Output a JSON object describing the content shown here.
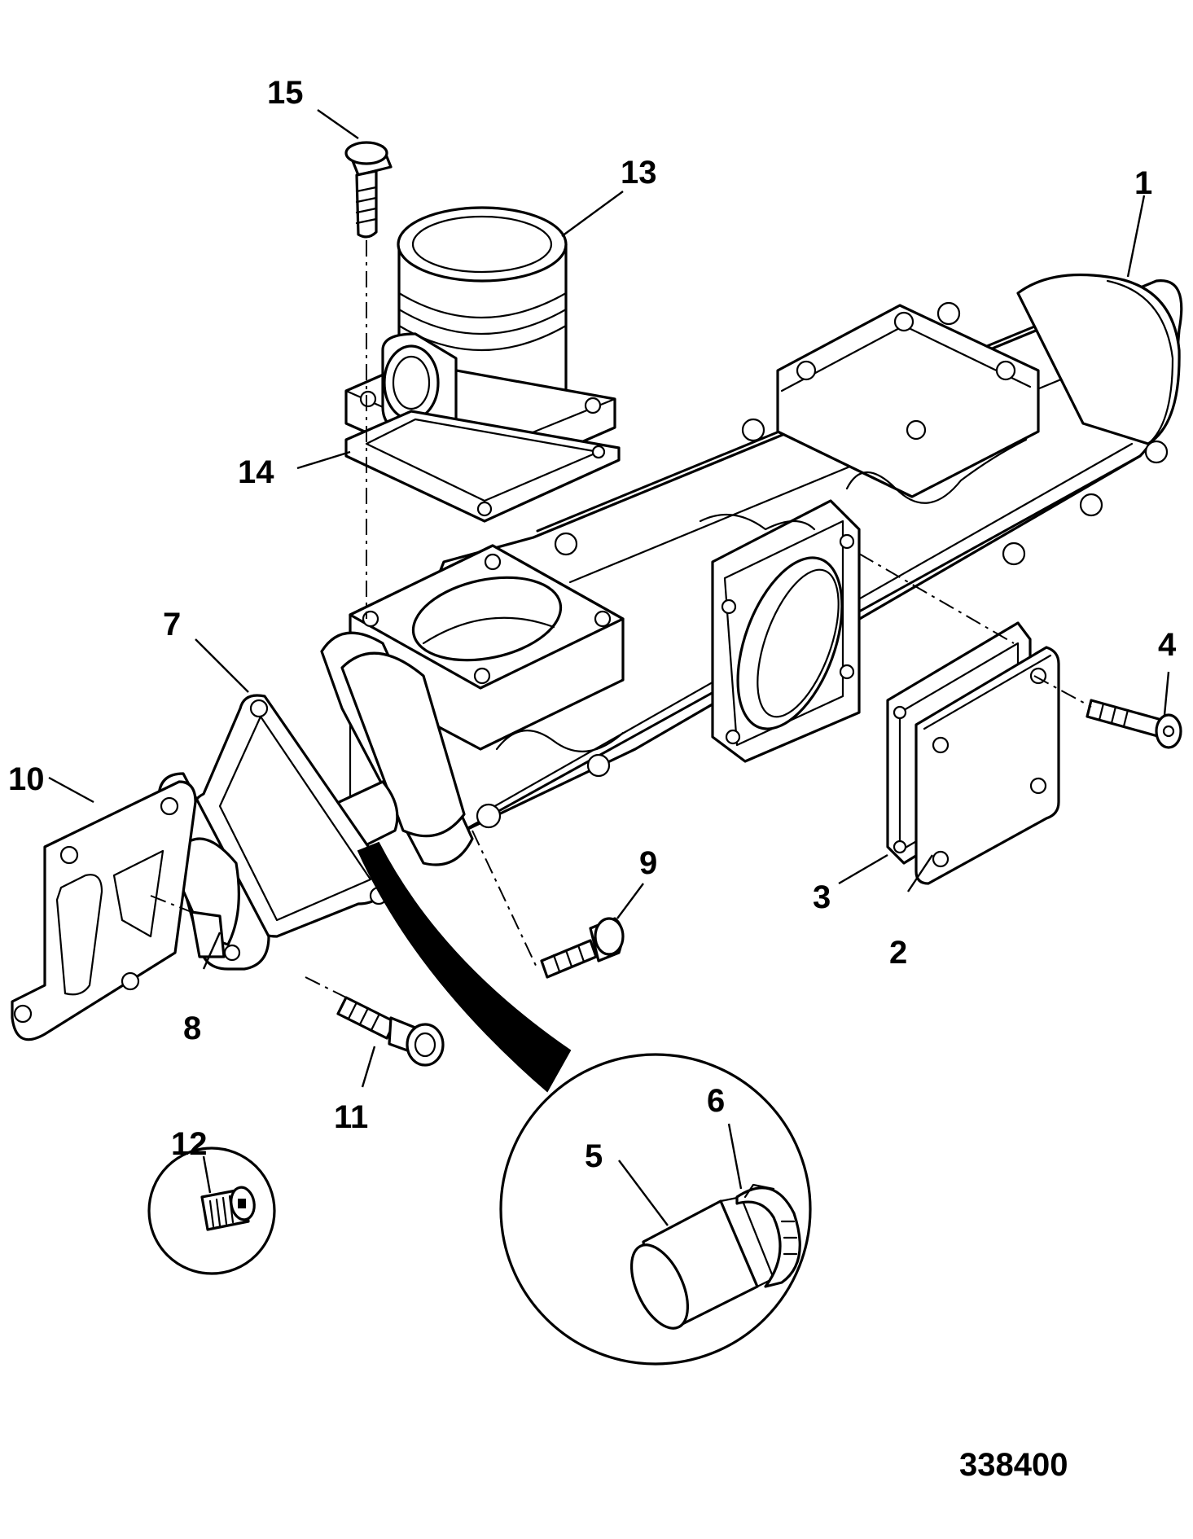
{
  "figure_number": "338400",
  "callouts": [
    "1",
    "2",
    "3",
    "4",
    "5",
    "6",
    "7",
    "8",
    "9",
    "10",
    "11",
    "12",
    "13",
    "14",
    "15"
  ],
  "icons": {
    "assembly": "exhaust-manifold-assembly-drawing",
    "inset_large": "magnified-inset-circle",
    "inset_small": "small-inset-circle"
  },
  "colors": {
    "ink": "#000000",
    "paper": "#ffffff"
  }
}
